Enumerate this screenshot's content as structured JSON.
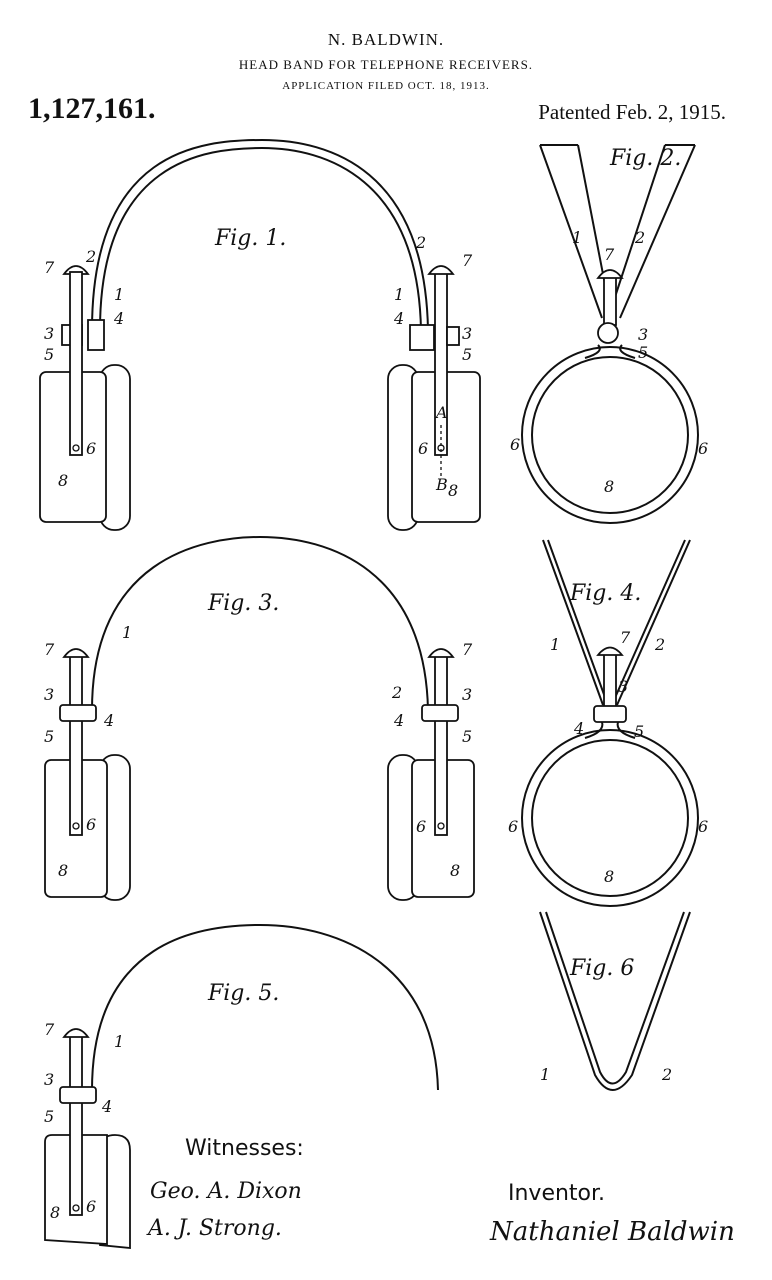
{
  "header": {
    "inventor": "N. BALDWIN.",
    "title": "HEAD BAND FOR TELEPHONE RECEIVERS.",
    "filed": "APPLICATION FILED OCT. 18, 1913.",
    "patent_number": "1,127,161.",
    "patented_date": "Patented Feb. 2, 1915."
  },
  "figures": {
    "fig1": {
      "label": "Fig. 1.",
      "numerals": [
        "7",
        "2",
        "1",
        "4",
        "3",
        "5",
        "6",
        "8",
        "2",
        "7",
        "1",
        "4",
        "3",
        "5",
        "6",
        "A",
        "B",
        "8"
      ]
    },
    "fig2": {
      "label": "Fig. 2.",
      "numerals": [
        "1",
        "2",
        "7",
        "3",
        "5",
        "6",
        "6",
        "8"
      ]
    },
    "fig3": {
      "label": "Fig. 3.",
      "numerals": [
        "1",
        "7",
        "3",
        "4",
        "5",
        "6",
        "8",
        "7",
        "2",
        "3",
        "4",
        "5",
        "6",
        "8"
      ]
    },
    "fig4": {
      "label": "Fig. 4.",
      "numerals": [
        "1",
        "7",
        "2",
        "3",
        "4",
        "5",
        "6",
        "6",
        "8"
      ]
    },
    "fig5": {
      "label": "Fig. 5.",
      "numerals": [
        "7",
        "1",
        "3",
        "4",
        "5",
        "6",
        "8"
      ]
    },
    "fig6": {
      "label": "Fig. 6",
      "numerals": [
        "1",
        "2"
      ]
    }
  },
  "footer": {
    "witnesses_label": "Witnesses:",
    "witness_signatures": [
      "Geo. A. Dixon",
      "A. J. Strong."
    ],
    "inventor_label": "Inventor.",
    "inventor_signature": "Nathaniel Baldwin"
  }
}
